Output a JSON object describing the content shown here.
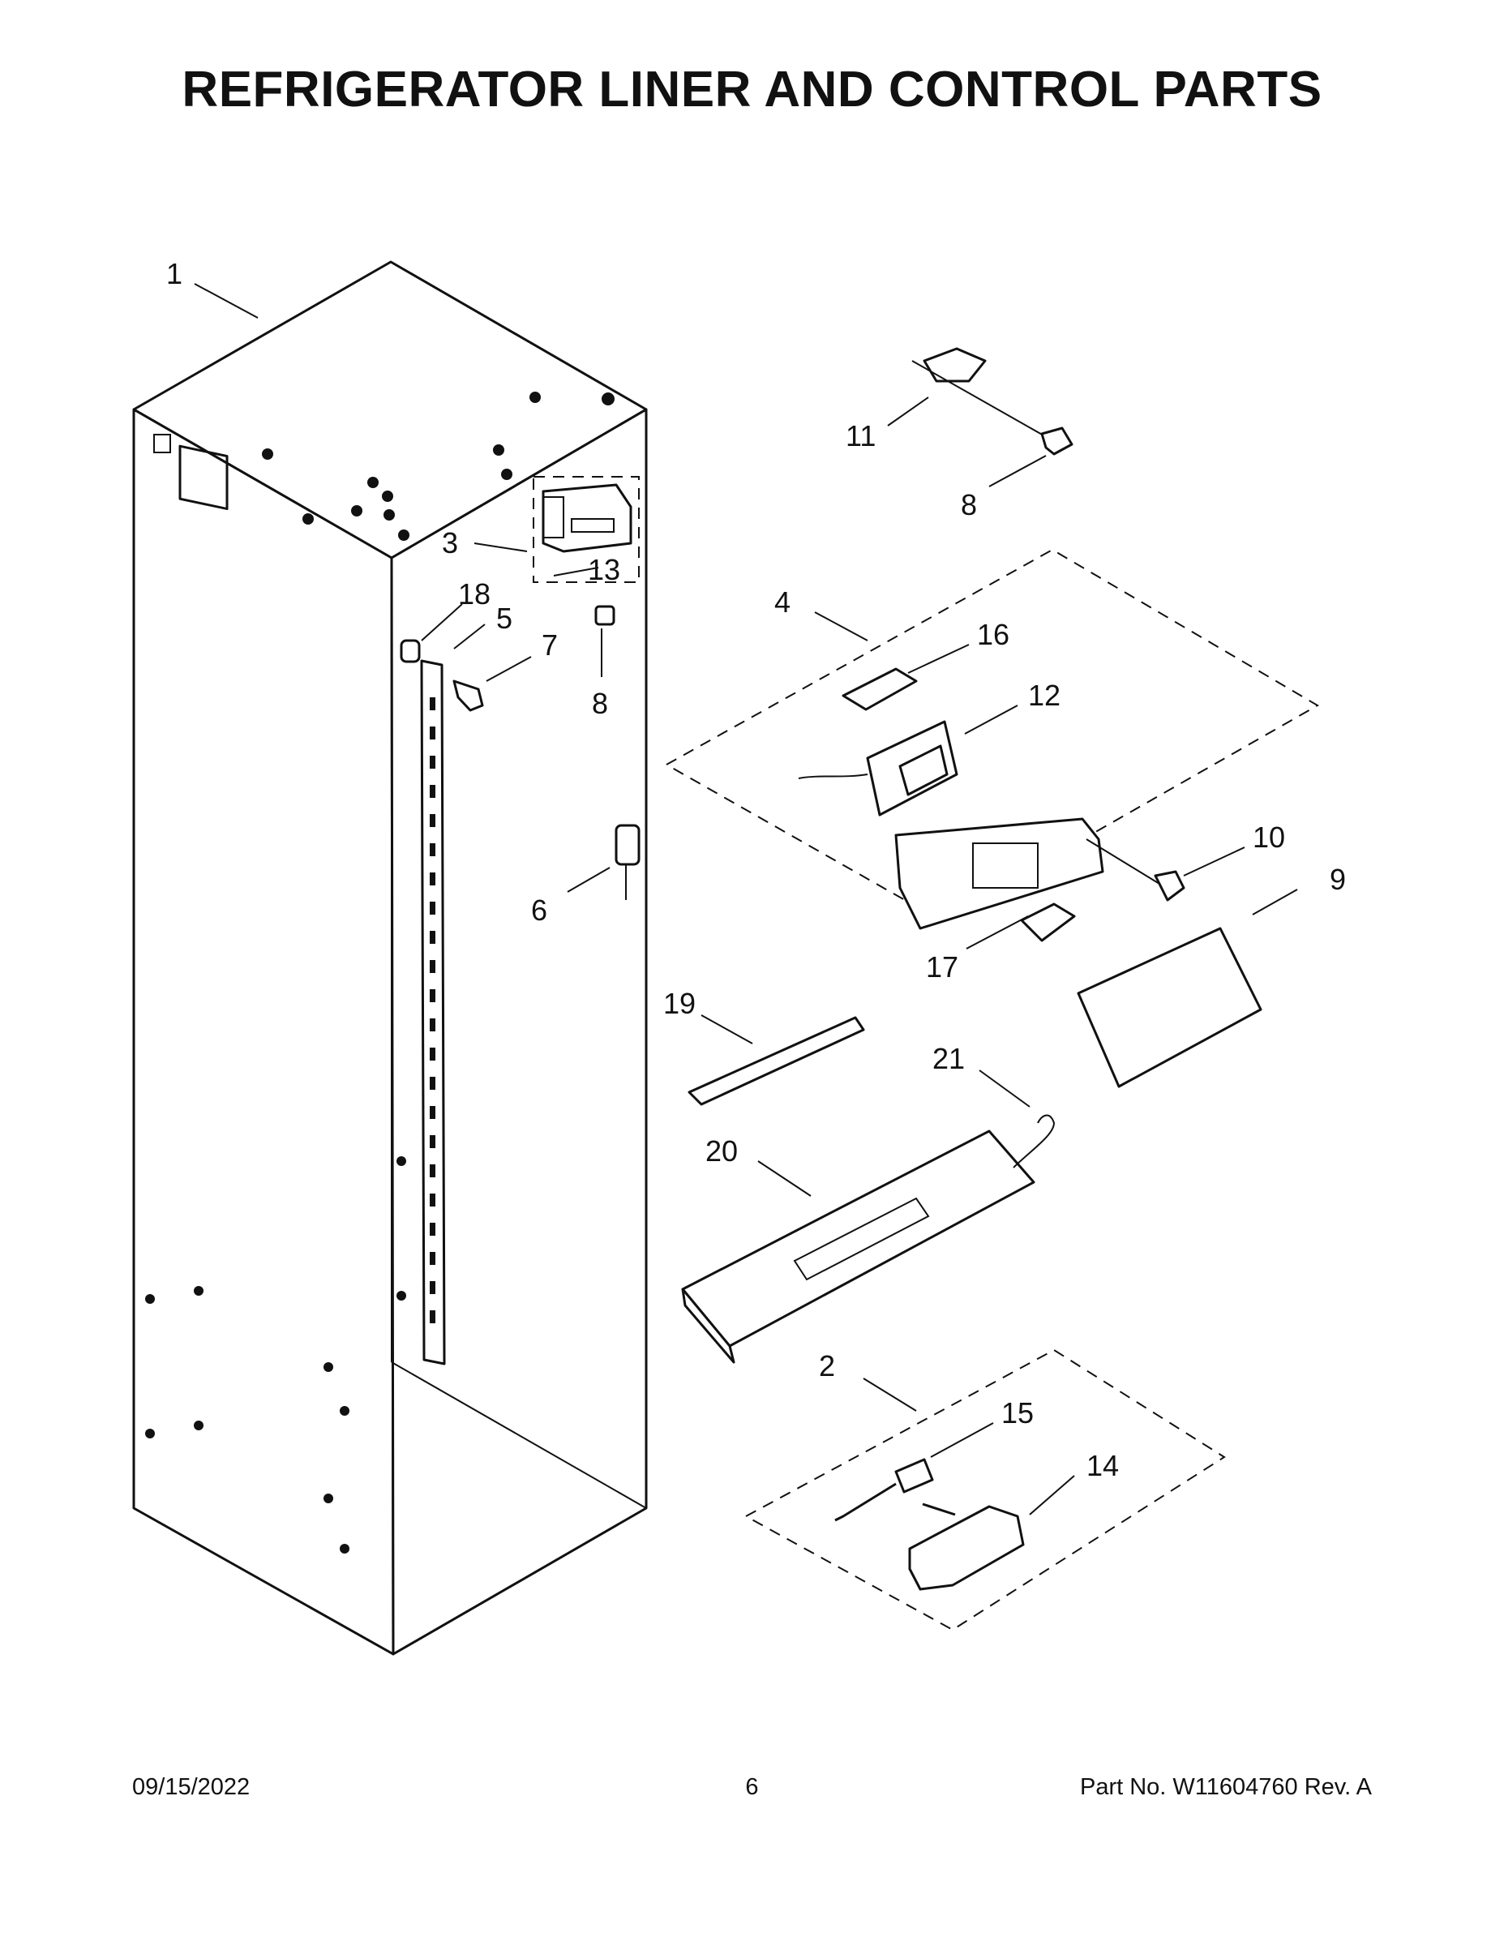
{
  "page": {
    "title": "REFRIGERATOR LINER AND CONTROL PARTS",
    "date": "09/15/2022",
    "page_number": "6",
    "part_number": "Part No.  W11604760  Rev.  A"
  },
  "callouts": {
    "c1": "1",
    "c2": "2",
    "c3": "3",
    "c4": "4",
    "c5": "5",
    "c6": "6",
    "c7": "7",
    "c8a": "8",
    "c8b": "8",
    "c9": "9",
    "c10": "10",
    "c11": "11",
    "c12": "12",
    "c13": "13",
    "c14": "14",
    "c15": "15",
    "c16": "16",
    "c17": "17",
    "c18": "18",
    "c19": "19",
    "c20": "20",
    "c21": "21"
  }
}
